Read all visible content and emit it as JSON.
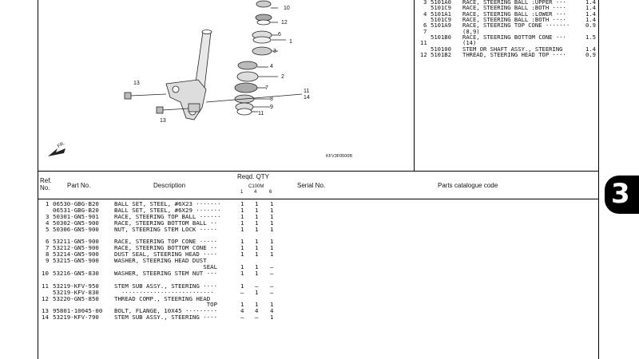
{
  "diagram": {
    "callouts": [
      "13",
      "13",
      "10",
      "12",
      "6",
      "1",
      "3",
      "4",
      "2",
      "7",
      "8",
      "9",
      "11",
      "14",
      "11"
    ],
    "figure_code": "KFV3F0500B",
    "front_label": "FR."
  },
  "top_right_rows": [
    {
      "ref": "3",
      "part": "5101A0",
      "desc": "RACE, STEERING BALL :UPPER ···",
      "qty": "1.4"
    },
    {
      "ref": "",
      "part": "5101C9",
      "desc": "RACE, STEERING BALL :BOTH ····",
      "qty": "1.4"
    },
    {
      "ref": "4",
      "part": "5101A1",
      "desc": "RACE, STEERING BALL :LOWER ···",
      "qty": "1.4"
    },
    {
      "ref": "",
      "part": "5101C9",
      "desc": "RACE, STEERING BALL :BOTH ····",
      "qty": "1.4"
    },
    {
      "ref": "6",
      "part": "5101A9",
      "desc": "RACE, STEERING TOP CONE ·······",
      "qty": "0.9"
    },
    {
      "ref": "7",
      "part": "",
      "desc": "(8,9)",
      "qty": ""
    },
    {
      "ref": "",
      "part": "5101B0",
      "desc": "RACE, STEERING BOTTOM CONE ···",
      "qty": "1.5"
    },
    {
      "ref": "11",
      "part": "",
      "desc": "(14)",
      "qty": ""
    },
    {
      "ref": "",
      "part": "510100",
      "desc": "STEM OR SHAFT ASSY., STEERING",
      "qty": "1.4"
    },
    {
      "ref": "12",
      "part": "5101B2",
      "desc": "THREAD, STEERING HEAD TOP ····",
      "qty": "0.9"
    }
  ],
  "table_header": {
    "ref": "Ref.\nNo.",
    "part_no": "Part No.",
    "description": "Description",
    "reqd_qty": "Reqd. QTY",
    "model": "C100M",
    "cols": [
      "1",
      "4",
      "6"
    ],
    "serial": "Serial No.",
    "catalogue": "Parts catalogue code"
  },
  "parts": [
    {
      "ref": "1",
      "part": "06530-GBG-B20",
      "desc": "BALL SET, STEEL, #6X23 ·······",
      "q": [
        "1",
        "1",
        "1"
      ]
    },
    {
      "ref": "",
      "part": "06531-GBG-B20",
      "desc": "BALL SET, STEEL, #6X29 ·······",
      "q": [
        "1",
        "1",
        "1"
      ]
    },
    {
      "ref": "3",
      "part": "50301-GN5-901",
      "desc": "RACE, STEERING TOP BALL ······",
      "q": [
        "1",
        "1",
        "1"
      ]
    },
    {
      "ref": "4",
      "part": "50302-GN5-900",
      "desc": "RACE, STEERING BOTTOM BALL ··",
      "q": [
        "1",
        "1",
        "1"
      ]
    },
    {
      "ref": "5",
      "part": "50306-GN5-900",
      "desc": "NUT, STEERING STEM LOCK ·····",
      "q": [
        "1",
        "1",
        "1"
      ]
    },
    {
      "ref": "",
      "part": "",
      "desc": "",
      "q": [
        "",
        "",
        ""
      ]
    },
    {
      "ref": "6",
      "part": "53211-GN5-900",
      "desc": "RACE, STEERING TOP CONE ·····",
      "q": [
        "1",
        "1",
        "1"
      ]
    },
    {
      "ref": "7",
      "part": "53212-GN5-900",
      "desc": "RACE, STEERING BOTTOM CONE ··",
      "q": [
        "1",
        "1",
        "1"
      ]
    },
    {
      "ref": "8",
      "part": "53214-GN5-900",
      "desc": "DUST SEAL, STEERING HEAD ····",
      "q": [
        "1",
        "1",
        "1"
      ]
    },
    {
      "ref": "9",
      "part": "53215-GN5-900",
      "desc": "WASHER, STEERING HEAD DUST",
      "q": [
        "",
        "",
        ""
      ]
    },
    {
      "ref": "",
      "part": "",
      "desc": "                         SEAL",
      "q": [
        "1",
        "1",
        "–"
      ]
    },
    {
      "ref": "10",
      "part": "53216-GN5-830",
      "desc": "WASHER, STEERING STEM NUT ···",
      "q": [
        "1",
        "1",
        "–"
      ]
    },
    {
      "ref": "",
      "part": "",
      "desc": "",
      "q": [
        "",
        "",
        ""
      ]
    },
    {
      "ref": "11",
      "part": "53219-KFV-950",
      "desc": "STEM SUB ASSY., STEERING ····",
      "q": [
        "1",
        "–",
        "–"
      ]
    },
    {
      "ref": "",
      "part": "53219-KFV-830",
      "desc": "  ··························",
      "q": [
        "–",
        "1",
        "–"
      ]
    },
    {
      "ref": "12",
      "part": "53220-GN5-850",
      "desc": "THREAD COMP., STEERING HEAD",
      "q": [
        "",
        "",
        ""
      ]
    },
    {
      "ref": "",
      "part": "",
      "desc": "                          TOP",
      "q": [
        "1",
        "1",
        "1"
      ]
    },
    {
      "ref": "13",
      "part": "95801-10045-00",
      "desc": "BOLT, FLANGE, 10X45 ·········",
      "q": [
        "4",
        "4",
        "4"
      ]
    },
    {
      "ref": "14",
      "part": "53219-KFV-790",
      "desc": "STEM SUB ASSY., STEERING ····",
      "q": [
        "–",
        "–",
        "1"
      ]
    }
  ],
  "section_tab": "3"
}
